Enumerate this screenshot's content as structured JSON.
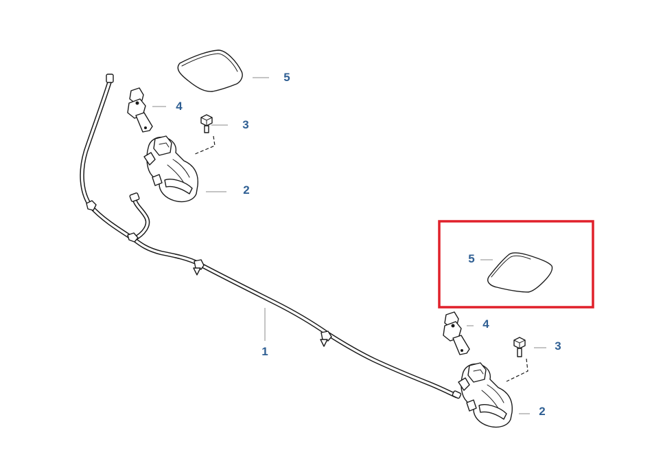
{
  "callouts": {
    "hose": "1",
    "pump_left": "2",
    "pump_right": "2",
    "bolt_left": "3",
    "bolt_right": "3",
    "nozzle_left": "4",
    "nozzle_right": "4",
    "cover_left": "5",
    "cover_right": "5"
  },
  "colors": {
    "callout_text": "#2f5f93",
    "highlight": "#e0202a",
    "line_art": "#1a1a1a",
    "leader": "#8a8a8a"
  }
}
